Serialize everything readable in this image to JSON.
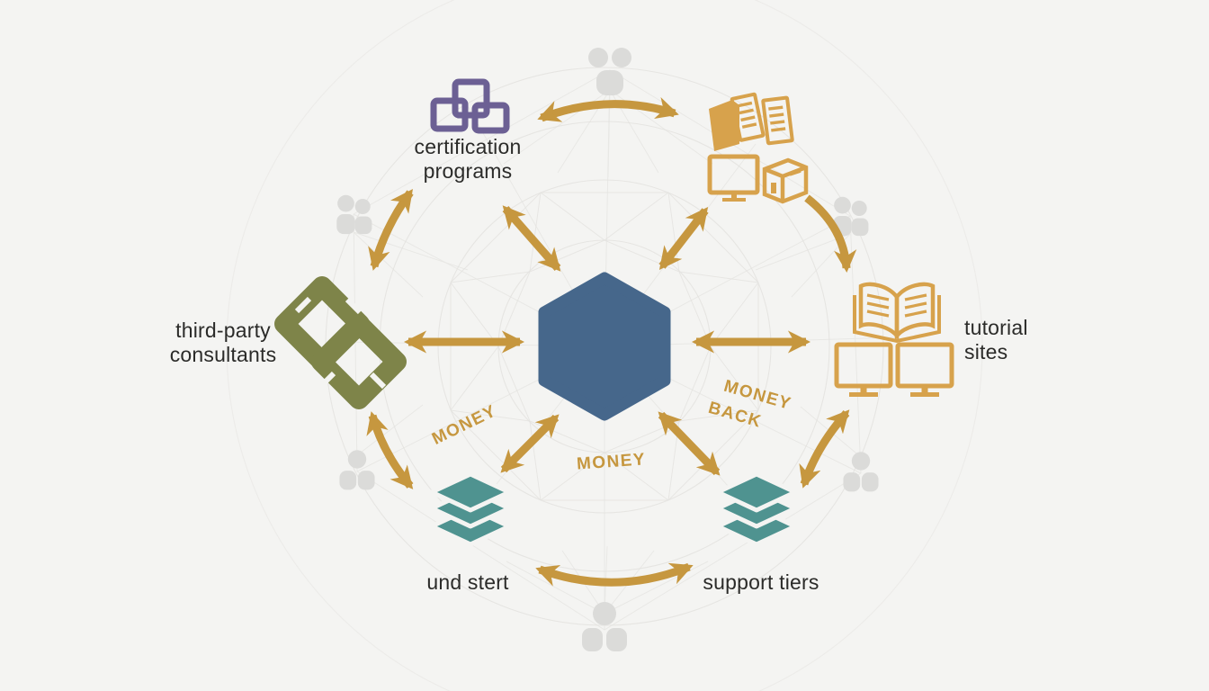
{
  "diagram_type": "hub-and-spoke ecosystem diagram",
  "colors": {
    "background": "#f4f4f2",
    "arrow_gold": "#c6973f",
    "icon_orange": "#d7a24c",
    "hub_hexagon_blue": "#46678b",
    "certification_purple": "#6c6094",
    "consultant_olive": "#7e8449",
    "tier_teal": "#4f9390",
    "web_line_gray": "#e4e3e0",
    "people_gray": "#dbdbd9",
    "label_text": "#2b2b29"
  },
  "hub": {
    "shape": "hexagon",
    "icon": "hexagon-icon",
    "label_lines": []
  },
  "nodes": [
    {
      "id": "certification-programs",
      "icon": "chain-links-icon",
      "label_lines": [
        "certification",
        "programs"
      ]
    },
    {
      "id": "learning-resources-cluster",
      "icon": "folder-documents-monitor-box-icons",
      "label_lines": []
    },
    {
      "id": "tutorial-sites",
      "icon": "open-book-monitors-icon",
      "label_lines": [
        "tutorial",
        "sites"
      ]
    },
    {
      "id": "third-party-consultants",
      "icon": "woven-knot-icon",
      "label_lines": [
        "third-party",
        "consultants"
      ]
    },
    {
      "id": "und-stert",
      "icon": "stacked-layers-icon",
      "label_lines": [
        "und stert"
      ]
    },
    {
      "id": "support-tiers",
      "icon": "stacked-layers-icon",
      "label_lines": [
        "support tiers"
      ]
    }
  ],
  "money_annotations": {
    "left": "MONEY",
    "center": "MONEY",
    "back_line1": "MONEY",
    "back_line2": "BACK"
  },
  "background_motifs": {
    "people_icon": "people-group-icon",
    "web": "radial network web with rings and spokes"
  }
}
